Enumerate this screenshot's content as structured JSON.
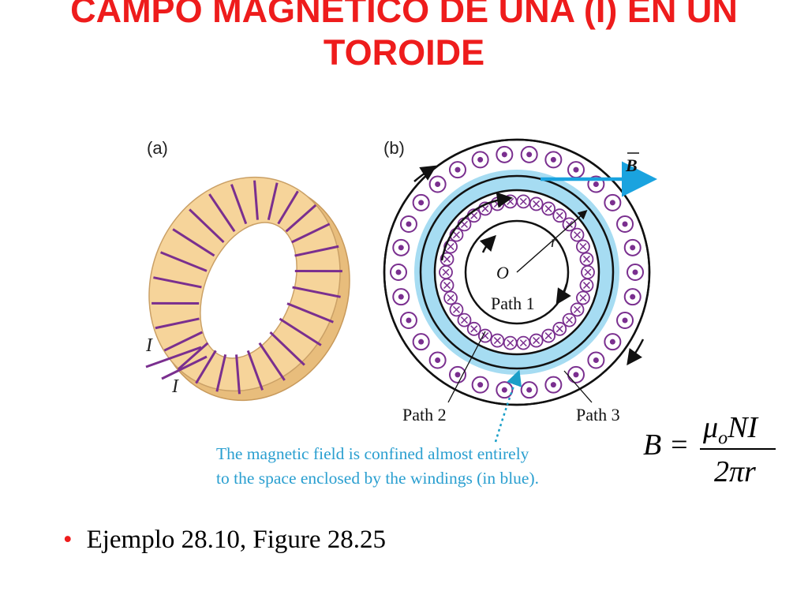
{
  "title": {
    "line1": "CAMPO MAGNÉTICO DE UNA (I) EN UN",
    "line2": "TOROIDE"
  },
  "panel_a": {
    "label": "(a)",
    "current_in": "I",
    "current_out": "I"
  },
  "panel_b": {
    "label": "(b)",
    "field_label": "B",
    "radius_label": "r",
    "center_label": "O",
    "path1": "Path 1",
    "path2": "Path 2",
    "path3": "Path 3"
  },
  "caption": {
    "line1": "The magnetic field is confined almost entirely",
    "line2": "to the space enclosed by the windings (in blue)."
  },
  "formula": {
    "lhs": "B =",
    "mu": "μ",
    "sub": "o",
    "num_rest": "NI",
    "den": "2πr"
  },
  "bullet": {
    "text": "Ejemplo  28.10, Figure 28.25"
  },
  "colors": {
    "title": "#ee1c1c",
    "caption": "#2a9fd0",
    "winding": "#7a2f8f",
    "field": "#a6dcf2",
    "torus": "#f6d49a"
  }
}
